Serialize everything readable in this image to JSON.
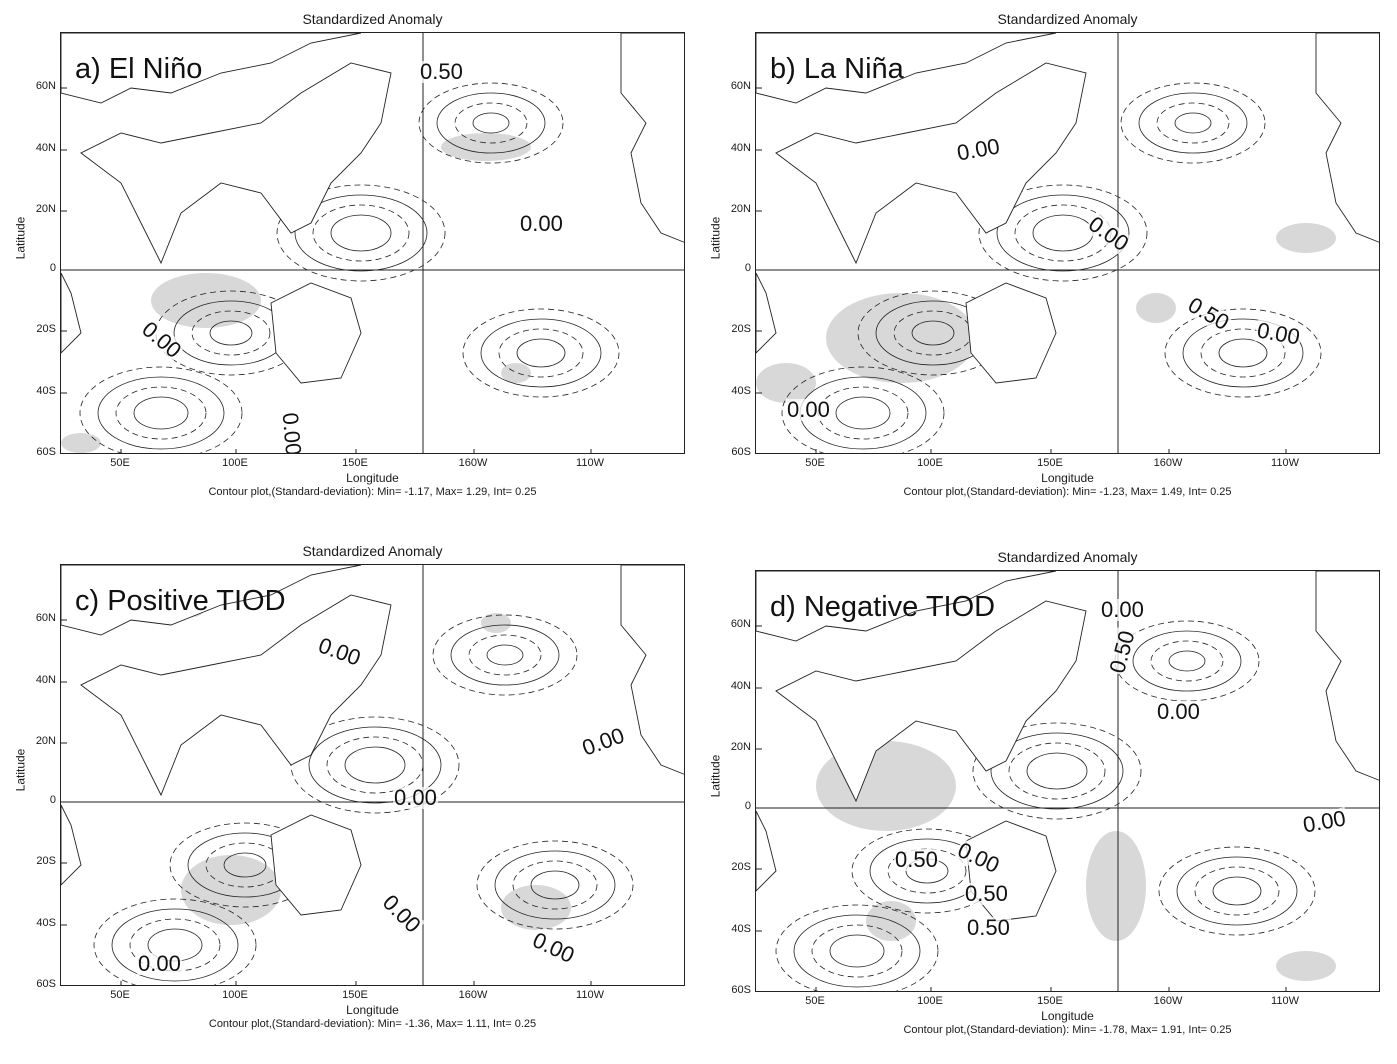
{
  "panels": [
    {
      "title": "Standardized Anomaly",
      "label": "a) El Niño",
      "xlabel": "Longitude",
      "ylabel": "Latitude",
      "stats": "Contour plot,(Standard-deviation): Min= -1.17, Max= 1.29, Int= 0.25",
      "contour_labels": [
        "0.50",
        "0.00",
        "0.00",
        "0.00"
      ]
    },
    {
      "title": "Standardized Anomaly",
      "label": "b) La Niña",
      "xlabel": "Longitude",
      "ylabel": "Latitude",
      "stats": "Contour plot,(Standard-deviation): Min= -1.23, Max= 1.49, Int= 0.25",
      "contour_labels": [
        "0.00",
        "0.00",
        "0.50",
        "0.00",
        "0.00"
      ]
    },
    {
      "title": "Standardized Anomaly",
      "label": "c) Positive TIOD",
      "xlabel": "Longitude",
      "ylabel": "Latitude",
      "stats": "Contour plot,(Standard-deviation): Min= -1.36, Max= 1.11, Int= 0.25",
      "contour_labels": [
        "0.00",
        "0.00",
        "0.00",
        "0.00",
        "0.00",
        "0.00"
      ]
    },
    {
      "title": "Standardized Anomaly",
      "label": "d) Negative TIOD",
      "xlabel": "Longitude",
      "ylabel": "Latitude",
      "stats": "Contour plot,(Standard-deviation): Min= -1.78, Max= 1.91, Int= 0.25",
      "contour_labels": [
        "0.00",
        "0.50",
        "0.00",
        "0.50",
        "0.00",
        "0.50",
        "0.50",
        "0.00"
      ]
    }
  ],
  "lat_ticks": [
    "60N",
    "40N",
    "20N",
    "0",
    "20S",
    "40S",
    "60S"
  ],
  "lon_ticks": [
    "50E",
    "100E",
    "150E",
    "160W",
    "110W"
  ],
  "colors": {
    "land_outline": "#222222",
    "shade": "#d8d8d8",
    "contour": "#222222"
  }
}
